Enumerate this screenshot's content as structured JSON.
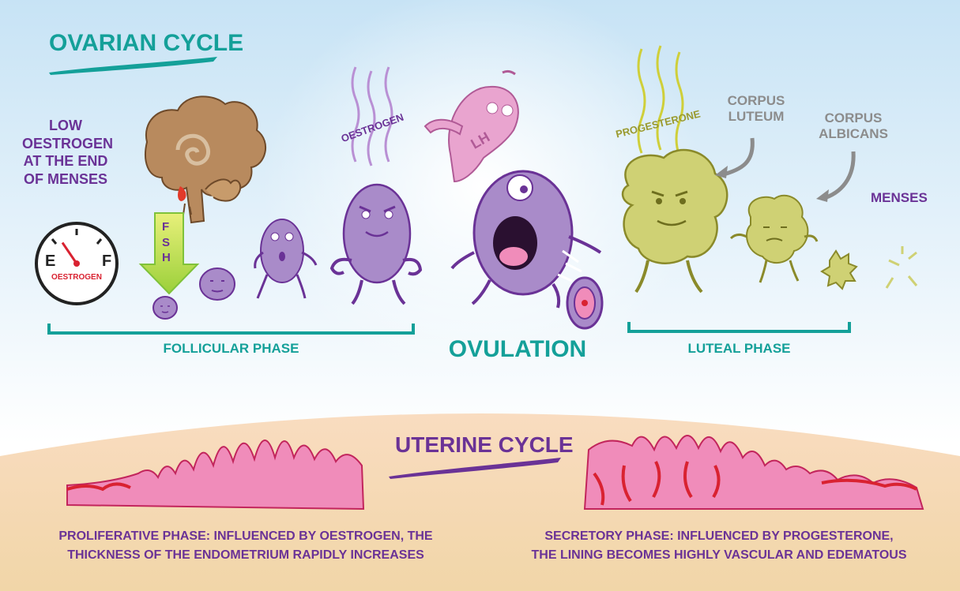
{
  "ovarian": {
    "title": "OVARIAN CYCLE",
    "low_oestrogen": "LOW\nOESTROGEN\nAT THE END\nOF MENSES",
    "gauge": {
      "empty": "E",
      "full": "F",
      "label": "OESTROGEN",
      "level_fraction": 0.12
    },
    "fsh": "FSH",
    "oestrogen_label": "OESTROGEN",
    "lh_label": "LH",
    "progesterone_label": "PROGESTERONE",
    "corpus_luteum": "CORPUS\nLUTEUM",
    "corpus_albicans": "CORPUS\nALBICANS",
    "menses": "MENSES",
    "follicular_phase": "FOLLICULAR PHASE",
    "ovulation": "OVULATION",
    "luteal_phase": "LUTEAL PHASE"
  },
  "uterine": {
    "title": "UTERINE CYCLE",
    "proliferative": "PROLIFERATIVE PHASE: INFLUENCED BY OESTROGEN, THE\nTHICKNESS OF THE ENDOMETRIUM RAPIDLY INCREASES",
    "secretory": "SECRETORY PHASE: INFLUENCED BY PROGESTERONE,\nTHE LINING BECOMES HIGHLY VASCULAR AND EDEMATOUS"
  },
  "colors": {
    "teal": "#14a099",
    "purple": "#6a3296",
    "follicle": "#a98bc9",
    "corpus": "#cfd174",
    "lh": "#e9a4cf",
    "endometrium": "#f08cba",
    "blood": "#d92231",
    "brain": "#b88a5e",
    "sky_top": "#cfe7f5",
    "sand": "#f3d5ad"
  }
}
